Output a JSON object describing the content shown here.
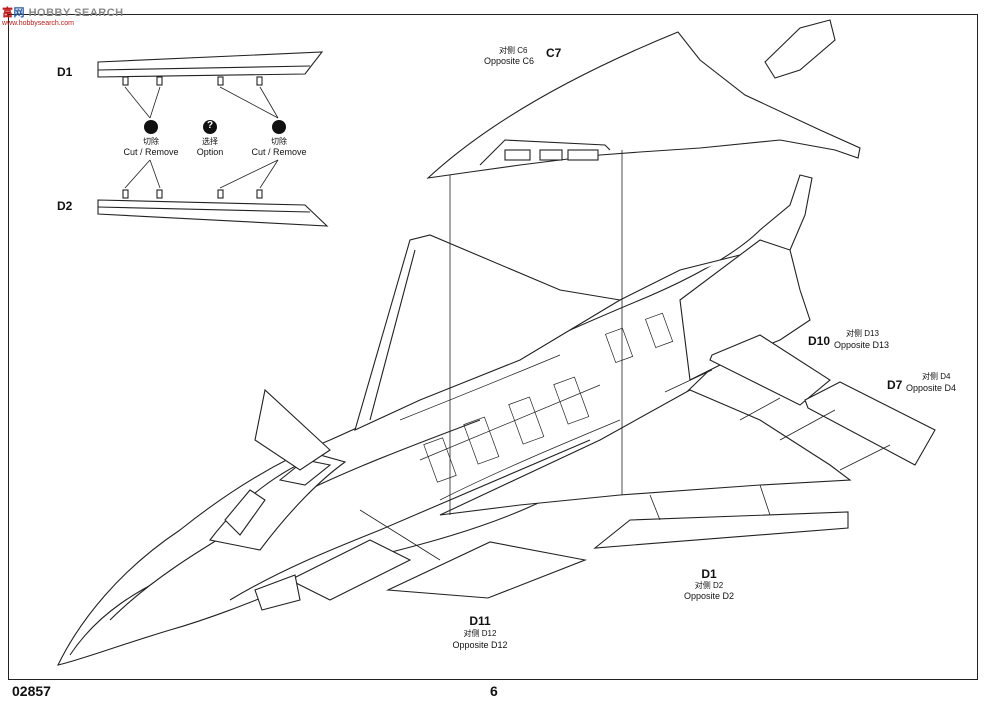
{
  "watermark": {
    "brand_cn": "富",
    "brand_cn2": "网",
    "brand_en": "HOBBY SEARCH",
    "url": "www.hobbysearch.com"
  },
  "legend": {
    "cut_remove_cn": "切除",
    "cut_remove": "Cut / Remove",
    "option_cn": "选择",
    "option": "Option",
    "cut_icon": "scissors-icon",
    "option_icon": "question-icon"
  },
  "labels": {
    "d1_top": "D1",
    "d2_top": "D2",
    "c7": "C7",
    "c7_cn": "对侧  C6",
    "c7_opp": "Opposite C6",
    "d10": "D10",
    "d10_cn": "对侧  D13",
    "d10_opp": "Opposite D13",
    "d7": "D7",
    "d7_cn": "对侧  D4",
    "d7_opp": "Opposite D4",
    "d1_bottom": "D1",
    "d1_bottom_cn": "对侧  D2",
    "d1_bottom_opp": "Opposite D2",
    "d11": "D11",
    "d11_cn": "对侧  D12",
    "d11_opp": "Opposite D12"
  },
  "footer": {
    "kit_number": "02857",
    "page_number": "6"
  }
}
